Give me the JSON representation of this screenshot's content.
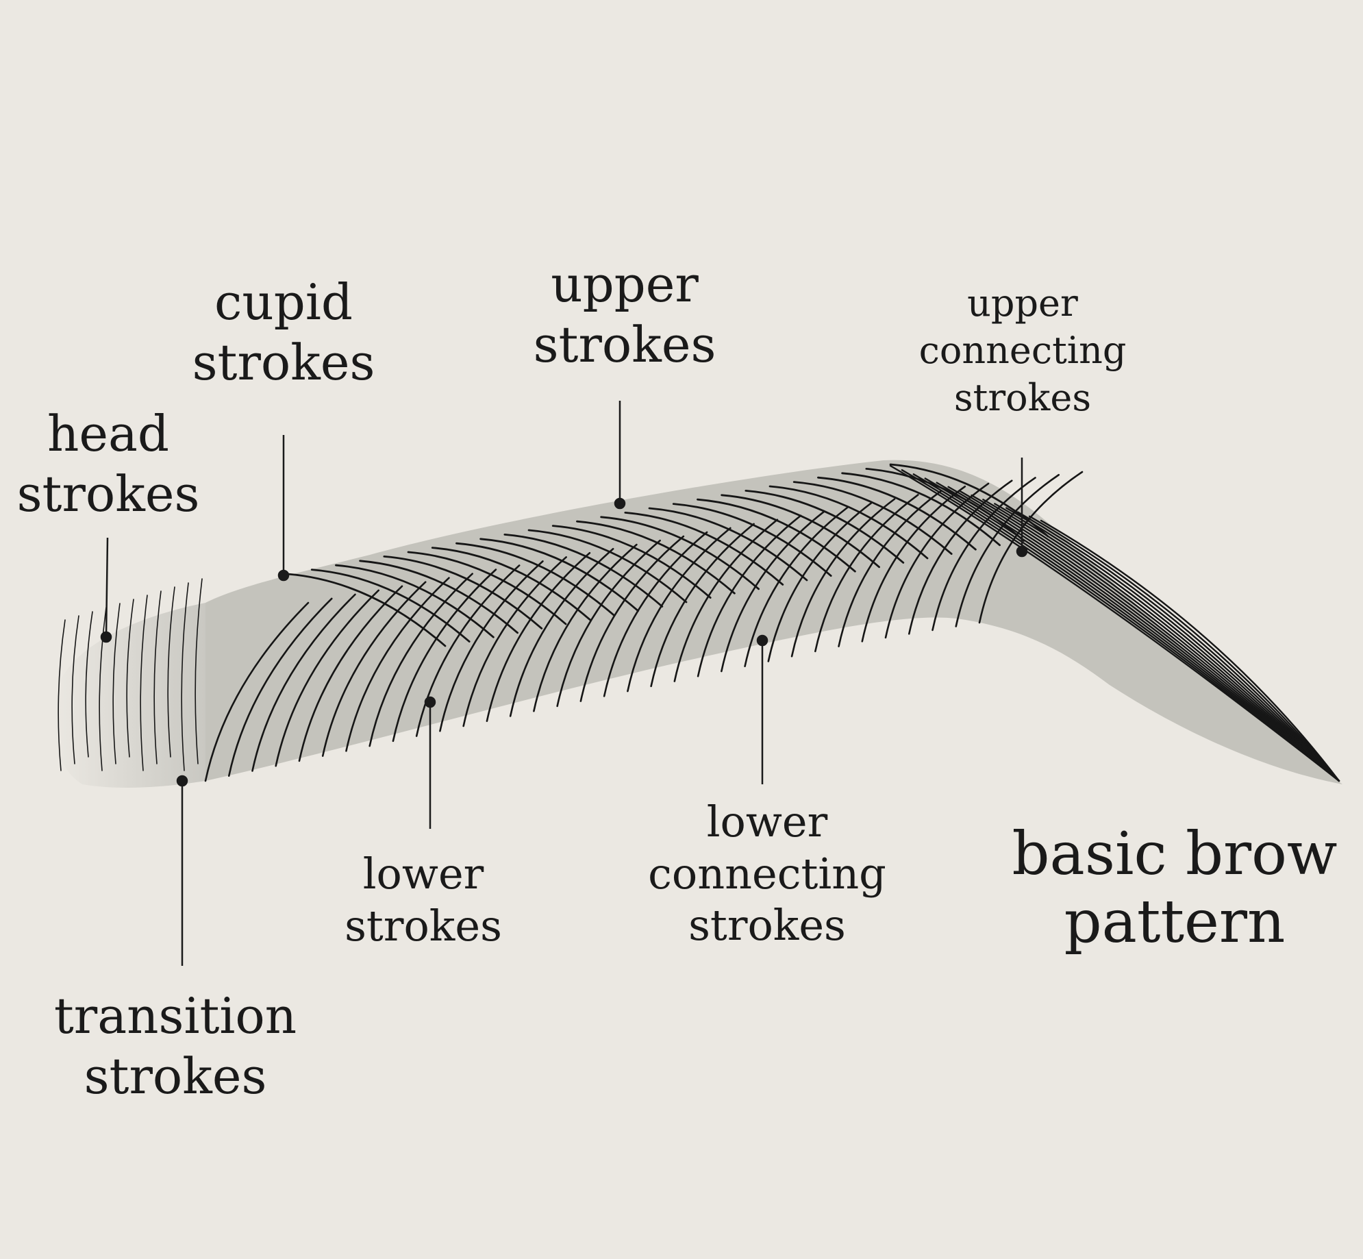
{
  "labels": {
    "head": {
      "line1": "head",
      "line2": "strokes"
    },
    "cupid": {
      "line1": "cupid",
      "line2": "strokes"
    },
    "upper": {
      "line1": "upper",
      "line2": "strokes"
    },
    "upper_connecting": {
      "line1": "upper",
      "line2": "connecting",
      "line3": "strokes"
    },
    "transition": {
      "line1": "transition",
      "line2": "strokes"
    },
    "lower": {
      "line1": "lower",
      "line2": "strokes"
    },
    "lower_connecting": {
      "line1": "lower",
      "line2": "connecting",
      "line3": "strokes"
    },
    "title": {
      "line1": "basic brow",
      "line2": "pattern"
    }
  },
  "colors": {
    "background": "#ebe8e2",
    "ink": "#1a1a1a",
    "brow_fill": "#bdbdb6"
  }
}
